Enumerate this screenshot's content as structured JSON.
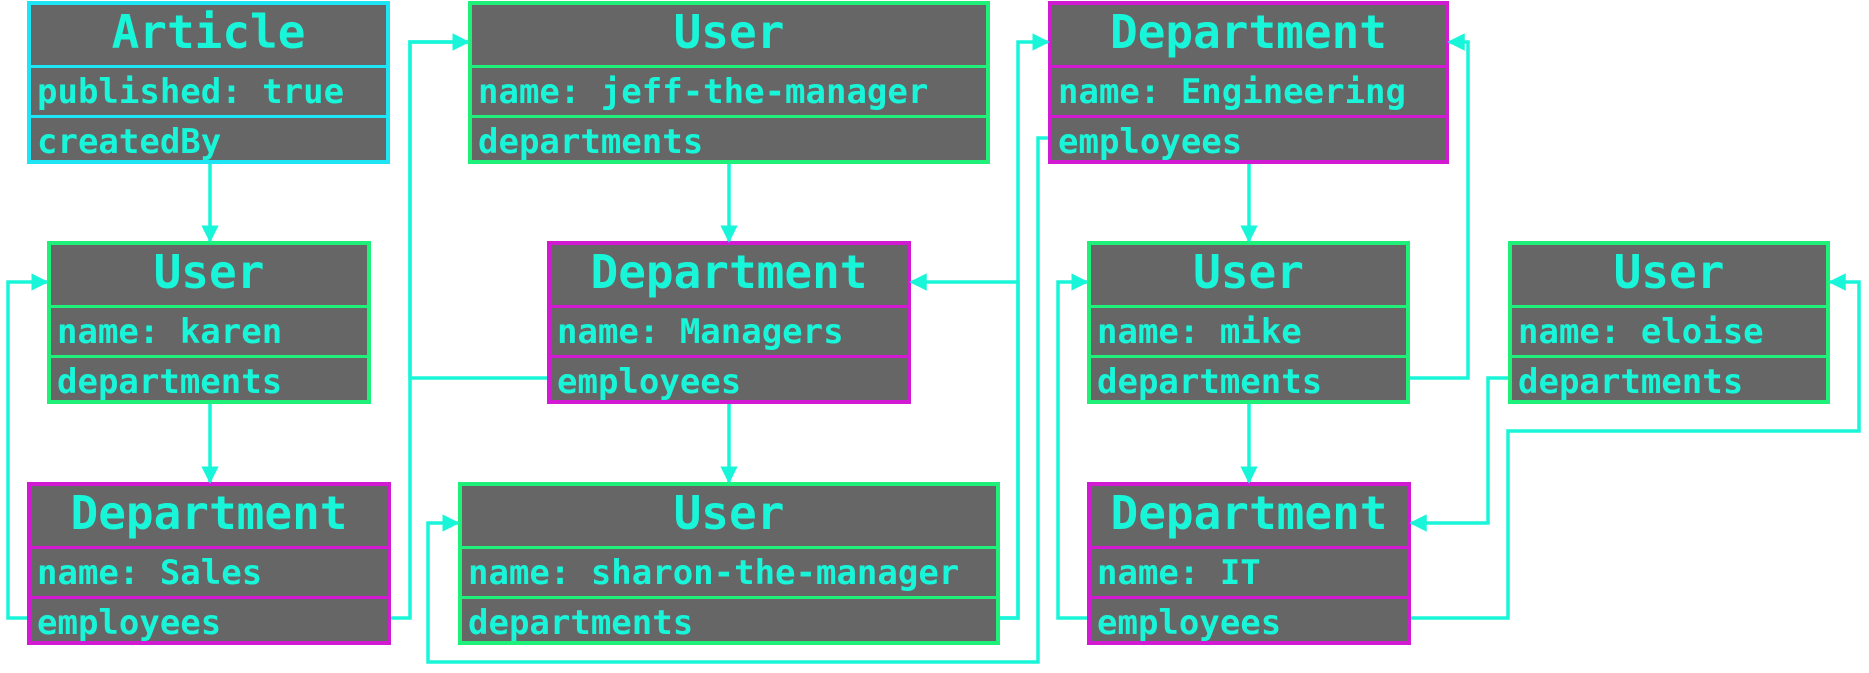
{
  "colors": {
    "line": "#19f5d9",
    "box_fill": "#666666",
    "user_border": "#1ef07a",
    "article_border": "#1ee5f5",
    "department_border": "#d21ad2"
  },
  "nodes": {
    "article": {
      "title": "Article",
      "fields": [
        "published: true",
        "createdBy"
      ]
    },
    "user_jeff": {
      "title": "User",
      "fields": [
        "name: jeff-the-manager",
        "departments"
      ]
    },
    "dept_engineering": {
      "title": "Department",
      "fields": [
        "name: Engineering",
        "employees"
      ]
    },
    "user_karen": {
      "title": "User",
      "fields": [
        "name: karen",
        "departments"
      ]
    },
    "dept_managers": {
      "title": "Department",
      "fields": [
        "name: Managers",
        "employees"
      ]
    },
    "user_mike": {
      "title": "User",
      "fields": [
        "name: mike",
        "departments"
      ]
    },
    "user_eloise": {
      "title": "User",
      "fields": [
        "name: eloise",
        "departments"
      ]
    },
    "dept_sales": {
      "title": "Department",
      "fields": [
        "name: Sales",
        "employees"
      ]
    },
    "user_sharon": {
      "title": "User",
      "fields": [
        "name: sharon-the-manager",
        "departments"
      ]
    },
    "dept_it": {
      "title": "Department",
      "fields": [
        "name: IT",
        "employees"
      ]
    }
  }
}
